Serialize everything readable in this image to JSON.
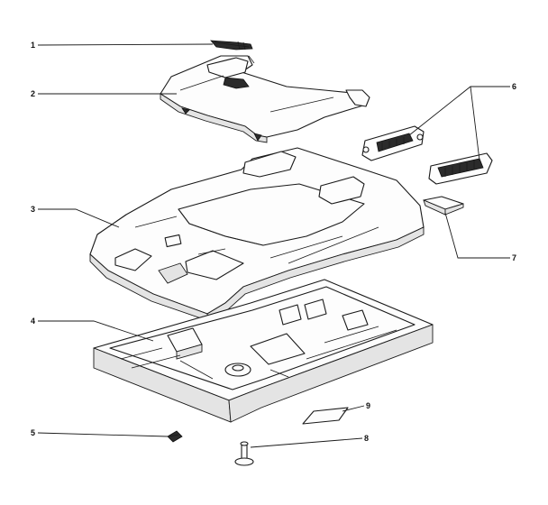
{
  "diagram": {
    "style": "exploded-view line drawing",
    "callouts": [
      {
        "id": "c1",
        "label": "1"
      },
      {
        "id": "c2",
        "label": "2"
      },
      {
        "id": "c3",
        "label": "3"
      },
      {
        "id": "c4",
        "label": "4"
      },
      {
        "id": "c5",
        "label": "5"
      },
      {
        "id": "c6",
        "label": "6"
      },
      {
        "id": "c7",
        "label": "7"
      },
      {
        "id": "c8",
        "label": "8"
      },
      {
        "id": "c9",
        "label": "9"
      }
    ]
  }
}
